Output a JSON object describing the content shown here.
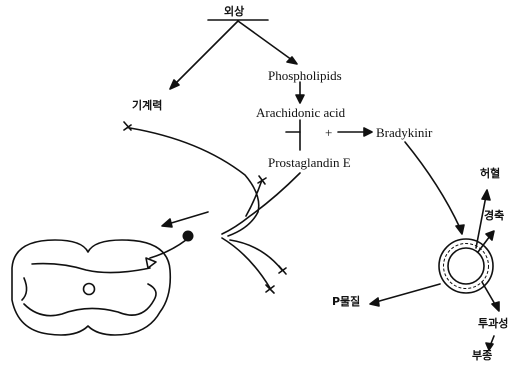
{
  "labels": {
    "trauma": "외상",
    "mechanical_force": "기계력",
    "phospholipids": "Phospholipids",
    "arachidonic_acid": "Arachidonic acid",
    "plus_sign": "+",
    "bradykinin": "Bradykinir",
    "prostaglandin_e": "Prostaglandin E",
    "ischemia": "허혈",
    "spasm": "경축",
    "substance_p": "P물질",
    "permeability": "투과성",
    "edema": "부종"
  }
}
